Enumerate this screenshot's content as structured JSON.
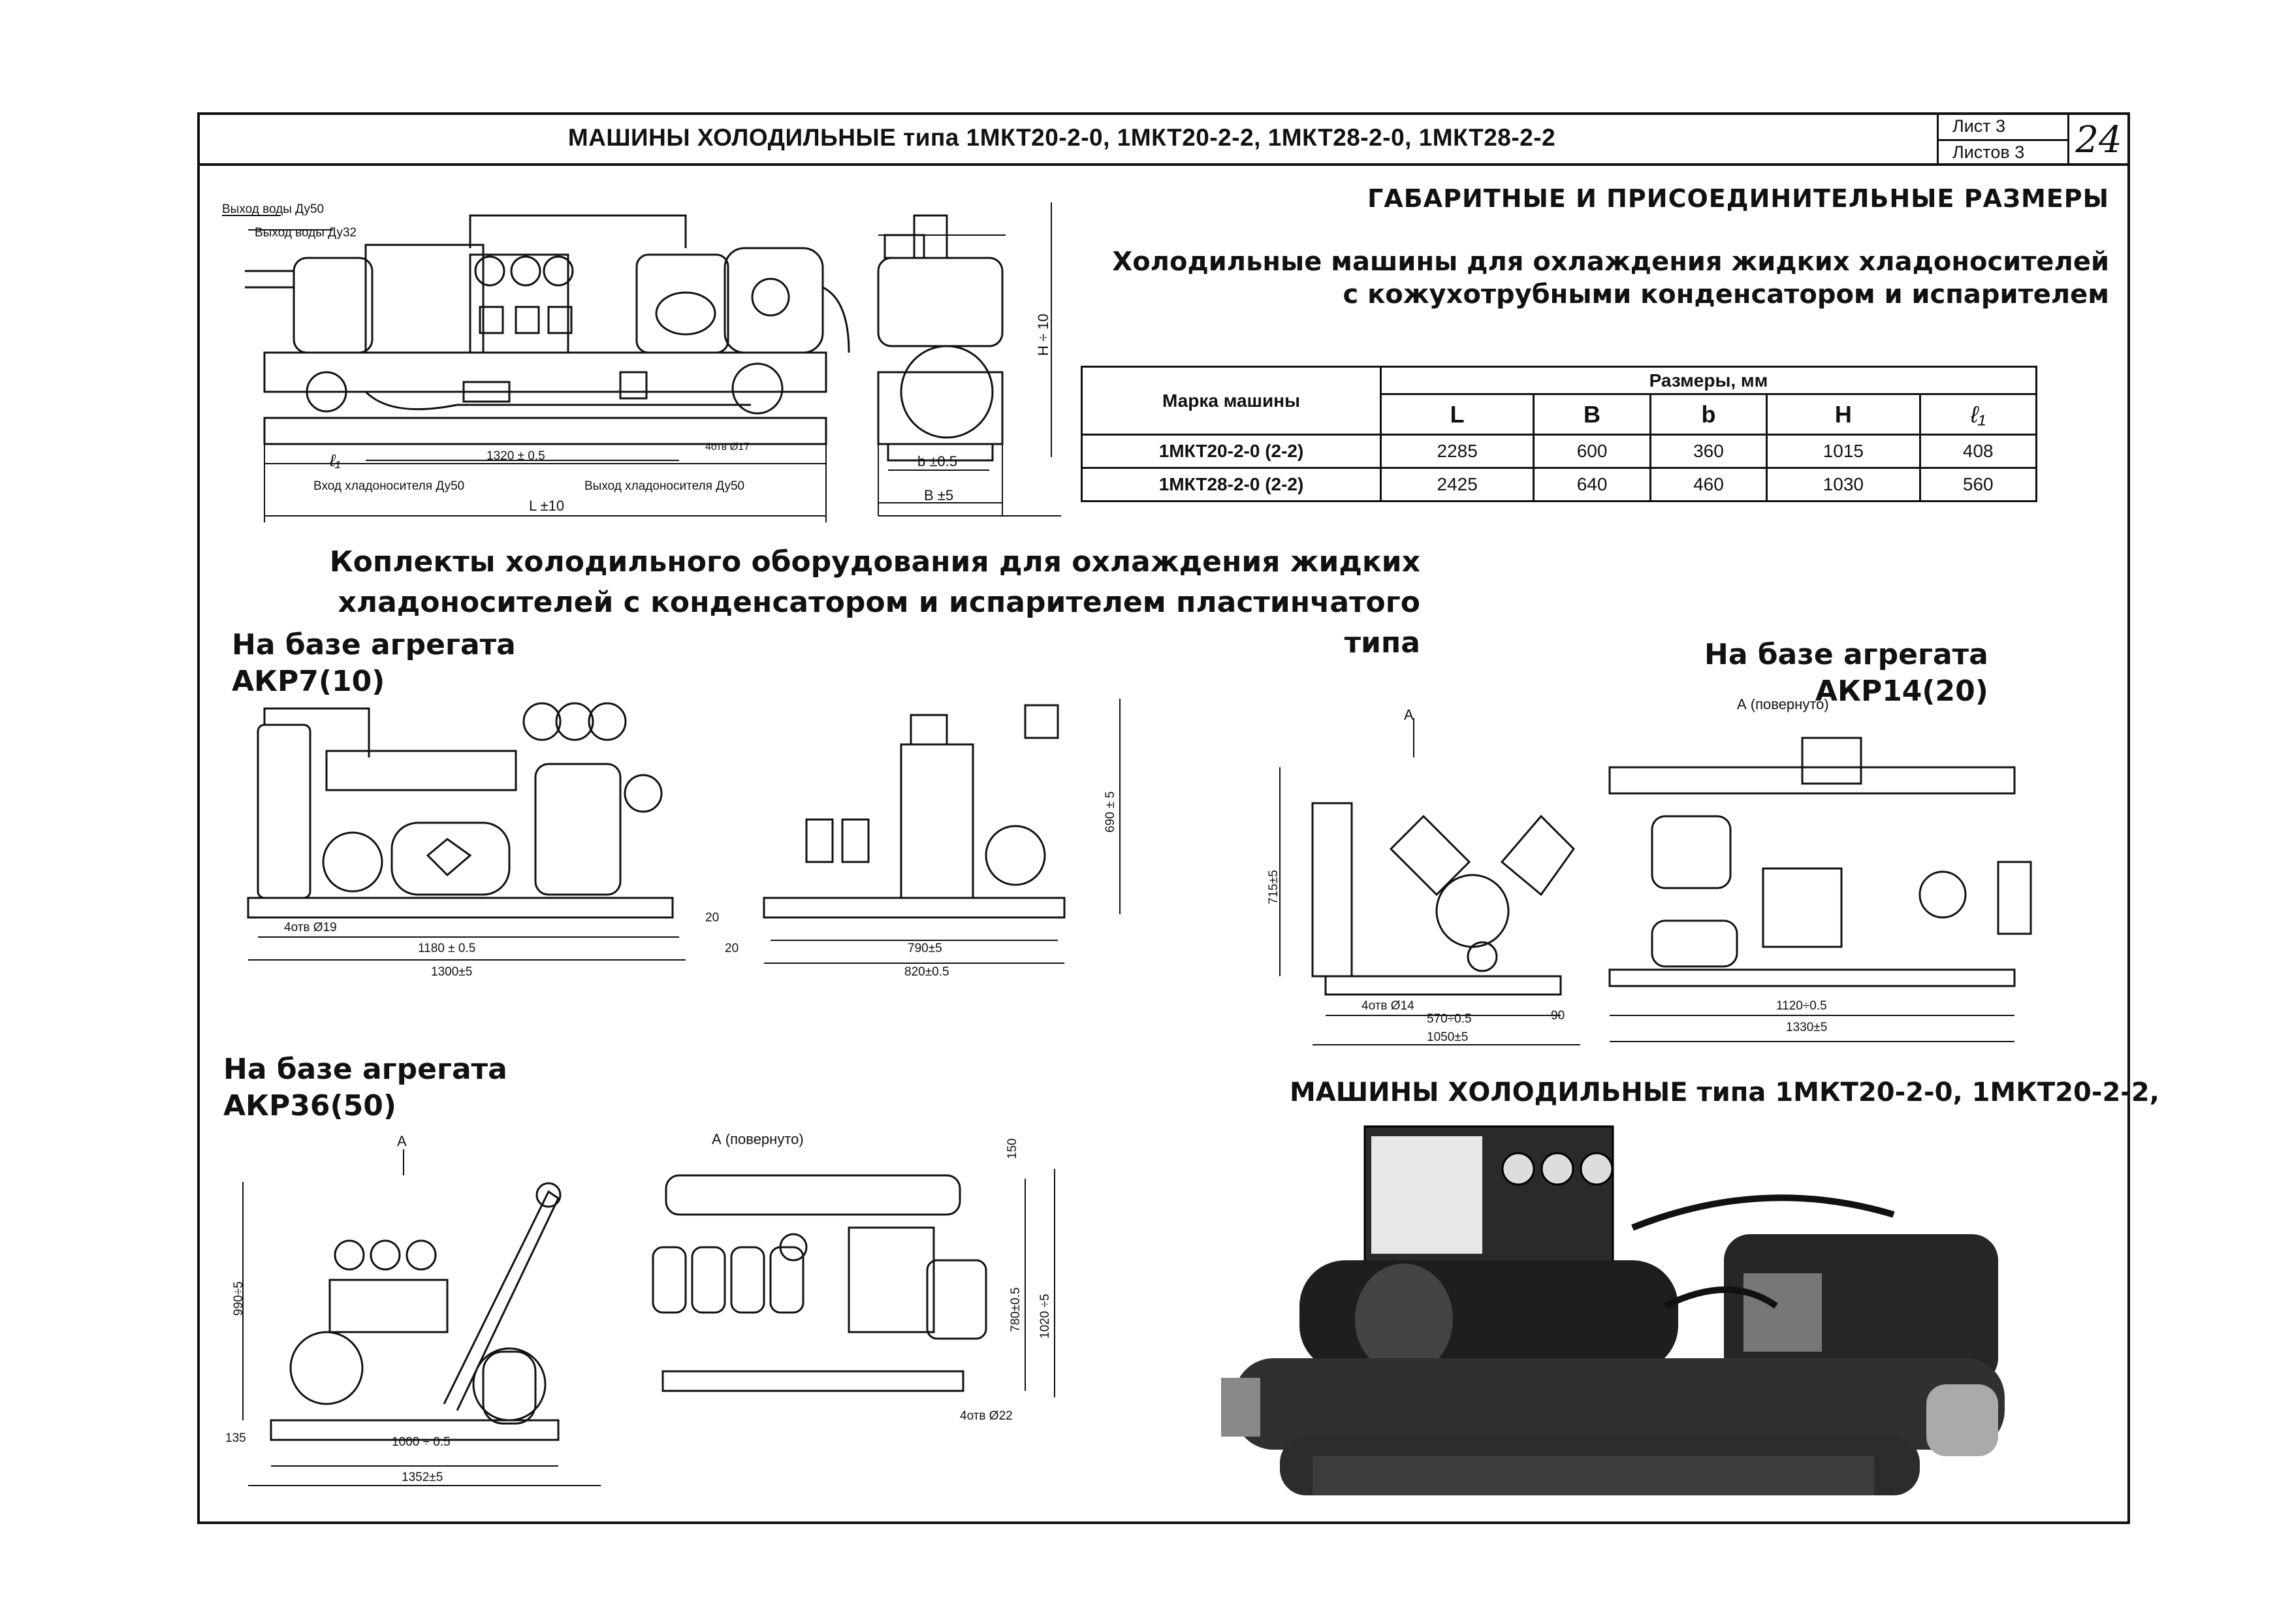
{
  "header": {
    "title": "МАШИНЫ ХОЛОДИЛЬНЫЕ типа 1МКТ20-2-0, 1МКТ20-2-2, 1МКТ28-2-0, 1МКТ28-2-2",
    "sheet_label": "Лист 3",
    "sheets_label": "Листов 3",
    "page_number": "24"
  },
  "section": {
    "heading": "ГАБАРИТНЫЕ И ПРИСОЕДИНИТЕЛЬНЫЕ РАЗМЕРЫ",
    "subtitle_line1": "Холодильные машины для охлаждения жидких хладоносителей",
    "subtitle_line2": "с кожухотрубными конденсатором и испарителем"
  },
  "drawing1": {
    "water_out_1": "Выход воды  Ду50",
    "water_out_2": "Выход воды  Ду32",
    "l1": "ℓ₁",
    "dim_1320": "1320 ± 0.5",
    "holes": "4отв Ø17",
    "coolant_in": "Вход хладоносителя   Ду50",
    "coolant_out": "Выход хладоносителя   Ду50",
    "dim_L": "L ±10",
    "dim_b": "b ±0.5",
    "dim_B": "B ±5",
    "dim_H": "H ÷ 10"
  },
  "table": {
    "col_model": "Марка машины",
    "col_sizes": "Размеры, мм",
    "columns": [
      "L",
      "B",
      "b",
      "H",
      "ℓ₁"
    ],
    "rows": [
      {
        "model": "1МКТ20-2-0 (2-2)",
        "values": [
          "2285",
          "600",
          "360",
          "1015",
          "408"
        ]
      },
      {
        "model": "1МКТ28-2-0 (2-2)",
        "values": [
          "2425",
          "640",
          "460",
          "1030",
          "560"
        ]
      }
    ]
  },
  "kits": {
    "title_line1": "Коплекты холодильного оборудования для охлаждения жидких",
    "title_line2": "хладоносителей с конденсатором и испарителем пластинчатого",
    "title_line3": "типа"
  },
  "akp7": {
    "title_line1": "На базе агрегата",
    "title_line2": "АКР7(10)",
    "holes": "4отв Ø19",
    "dim_1180": "1180 ± 0.5",
    "dim_1300": "1300±5",
    "dim_20a": "20",
    "dim_20b": "20",
    "dim_790": "790±5",
    "dim_820": "820±0.5",
    "dim_690": "690 ± 5"
  },
  "akp14": {
    "title_line1": "На базе агрегата",
    "title_line2": "АКР14(20)",
    "view_a": "А",
    "view_rotated": "А (повернуто)",
    "dim_715": "715±5",
    "holes": "4отв Ø14",
    "dim_570": "570÷0.5",
    "dim_90": "90",
    "dim_1050": "1050±5",
    "dim_1120": "1120÷0.5",
    "dim_1330": "1330±5"
  },
  "akp36": {
    "title_line1": "На базе агрегата",
    "title_line2": "АКР36(50)",
    "view_a": "А",
    "view_rotated": "А (повернуто)",
    "dim_990": "990÷5",
    "dim_135": "135",
    "dim_1000": "1000 ÷ 0.5",
    "dim_1352": "1352±5",
    "dim_150": "150",
    "dim_780": "780±0.5",
    "dim_1020": "1020 ÷5",
    "holes": "4отв Ø22"
  },
  "photo": {
    "caption": "МАШИНЫ ХОЛОДИЛЬНЫЕ типа 1МКТ20-2-0, 1МКТ20-2-2,"
  }
}
